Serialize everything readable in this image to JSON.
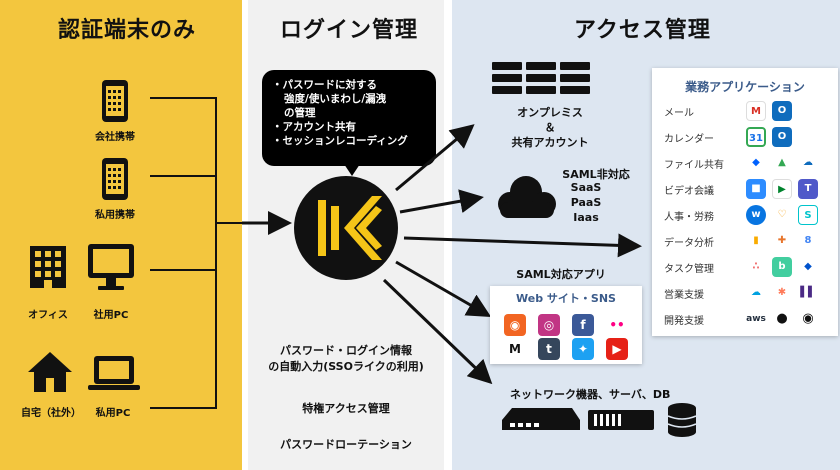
{
  "headers": {
    "left": "認証端末のみ",
    "middle": "ログイン管理",
    "right": "アクセス管理"
  },
  "devices": {
    "company_phone": "会社携帯",
    "private_phone": "私用携帯",
    "office": "オフィス",
    "company_pc": "社用PC",
    "home": "自宅（社外）",
    "private_pc": "私用PC"
  },
  "bubble": {
    "lines": [
      "・パスワードに対する",
      "強度/使いまわし/漏洩",
      "の管理",
      "・アカウント共有",
      "・セッションレコーディング"
    ]
  },
  "middle_features": {
    "autofill_line1": "パスワード・ログイン情報",
    "autofill_line2": "の自動入力(SSOライクの利用)",
    "privileged": "特権アクセス管理",
    "rotation": "パスワードローテーション"
  },
  "targets": {
    "onprem_line1": "オンプレミス",
    "onprem_line2": "＆",
    "onprem_line3": "共有アカウント",
    "saml_unsupported": "SAML非対応",
    "saas": "SaaS",
    "paas": "PaaS",
    "iaas": "Iaas",
    "saml_supported": "SAML対応アプリ",
    "web_sns": "Web サイト・SNS",
    "network": "ネットワーク機器、サーバ、DB"
  },
  "business_apps": {
    "title": "業務アプリケーション",
    "rows": [
      {
        "label": "メール",
        "icons": [
          "gmail-icon",
          "outlook-icon"
        ]
      },
      {
        "label": "カレンダー",
        "icons": [
          "google-calendar-icon",
          "outlook-calendar-icon"
        ]
      },
      {
        "label": "ファイル共有",
        "icons": [
          "dropbox-icon",
          "google-drive-icon",
          "onedrive-icon"
        ]
      },
      {
        "label": "ビデオ会議",
        "icons": [
          "zoom-icon",
          "google-meet-icon",
          "teams-icon"
        ]
      },
      {
        "label": "人事・労務",
        "icons": [
          "workday-icon",
          "heart-app-icon",
          "smarthr-icon"
        ]
      },
      {
        "label": "データ分析",
        "icons": [
          "bar-chart-app-icon",
          "tableau-icon",
          "looker-icon"
        ]
      },
      {
        "label": "タスク管理",
        "icons": [
          "asana-icon",
          "backlog-icon",
          "jira-icon"
        ]
      },
      {
        "label": "営業支援",
        "icons": [
          "salesforce-icon",
          "hubspot-icon",
          "stripe-bars-icon"
        ]
      },
      {
        "label": "開発支援",
        "icons": [
          "aws-icon",
          "github-icon",
          "circle-ci-icon"
        ]
      }
    ]
  },
  "app_glyphs": {
    "aws": "aws",
    "workday": "w",
    "backlog": "b"
  },
  "sns_glyphs": {
    "medium": "M",
    "tumblr": "t",
    "facebook": "f"
  },
  "colors": {
    "left_panel": "#f3c63e",
    "middle_panel": "#f1f1f1",
    "right_panel": "#dde6f1",
    "logo_yellow": "#f5c518"
  }
}
